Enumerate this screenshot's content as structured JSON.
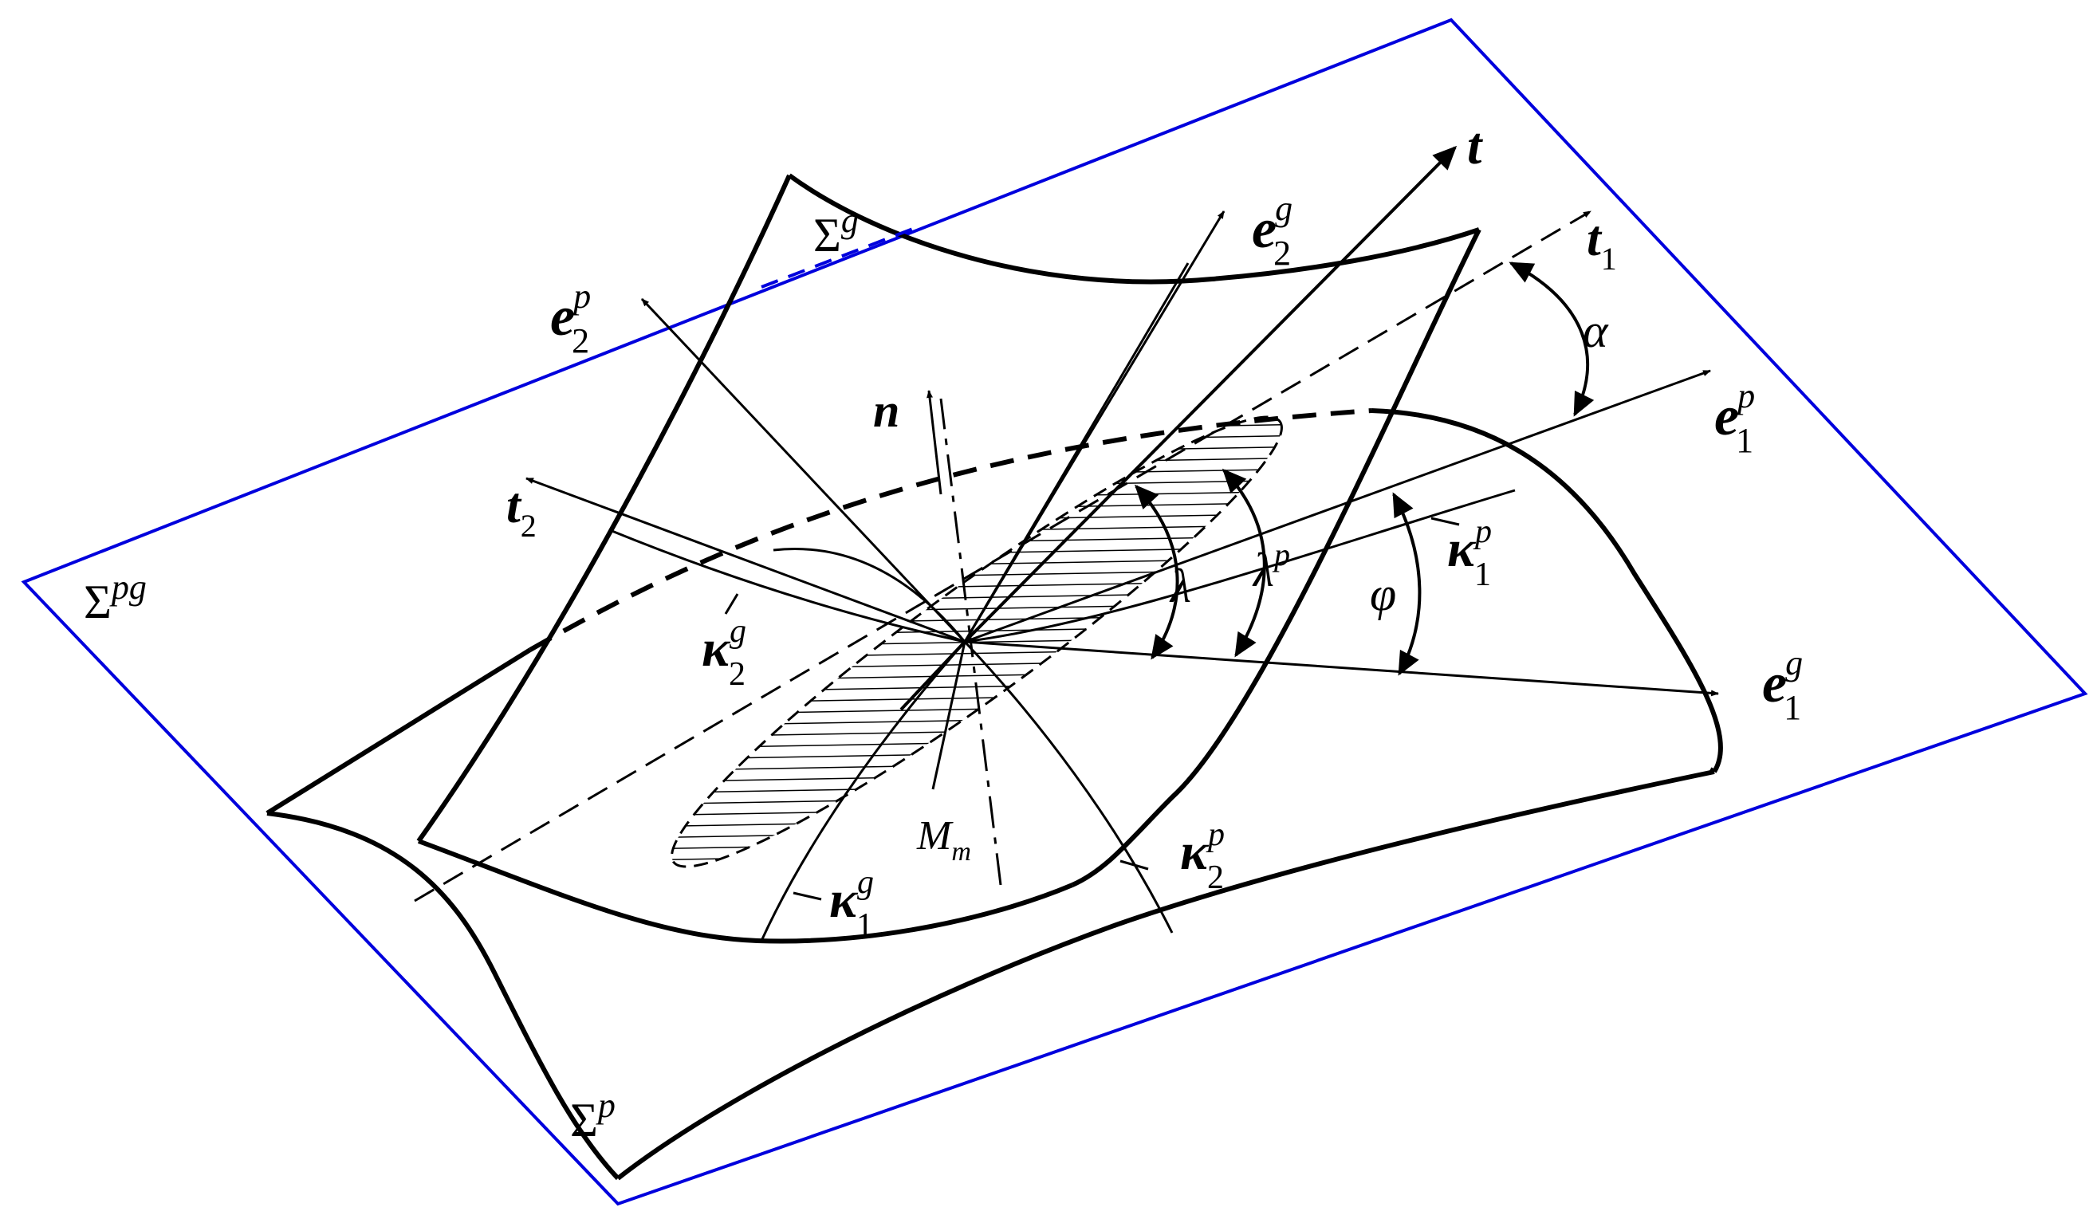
{
  "colors": {
    "ink": "#000000",
    "plane": "#0000dd",
    "background": "#ffffff"
  },
  "surfaces": {
    "pg": {
      "sym": "Σ",
      "sup": "pg"
    },
    "g": {
      "sym": "Σ",
      "sup": "g"
    },
    "p": {
      "sym": "Σ",
      "sup": "p"
    }
  },
  "vectors": {
    "t": {
      "base": "t"
    },
    "t1": {
      "base": "t",
      "sub": "1"
    },
    "t2": {
      "base": "t",
      "sub": "2"
    },
    "n": {
      "base": "n"
    },
    "e1p": {
      "base": "e",
      "sub": "1",
      "sup": "p"
    },
    "e2p": {
      "base": "e",
      "sub": "2",
      "sup": "p"
    },
    "e1g": {
      "base": "e",
      "sub": "1",
      "sup": "g"
    },
    "e2g": {
      "base": "e",
      "sub": "2",
      "sup": "g"
    }
  },
  "curvatures": {
    "k1p": {
      "base": "κ",
      "sub": "1",
      "sup": "p"
    },
    "k2p": {
      "base": "κ",
      "sub": "2",
      "sup": "p"
    },
    "k1g": {
      "base": "κ",
      "sub": "1",
      "sup": "g"
    },
    "k2g": {
      "base": "κ",
      "sub": "2",
      "sup": "g"
    }
  },
  "angles": {
    "alpha": {
      "base": "α"
    },
    "phi": {
      "base": "φ"
    },
    "lambda": {
      "base": "λ"
    },
    "lambdap": {
      "base": "λ",
      "sup": "p"
    }
  },
  "point": {
    "base": "M",
    "sub": "m"
  }
}
